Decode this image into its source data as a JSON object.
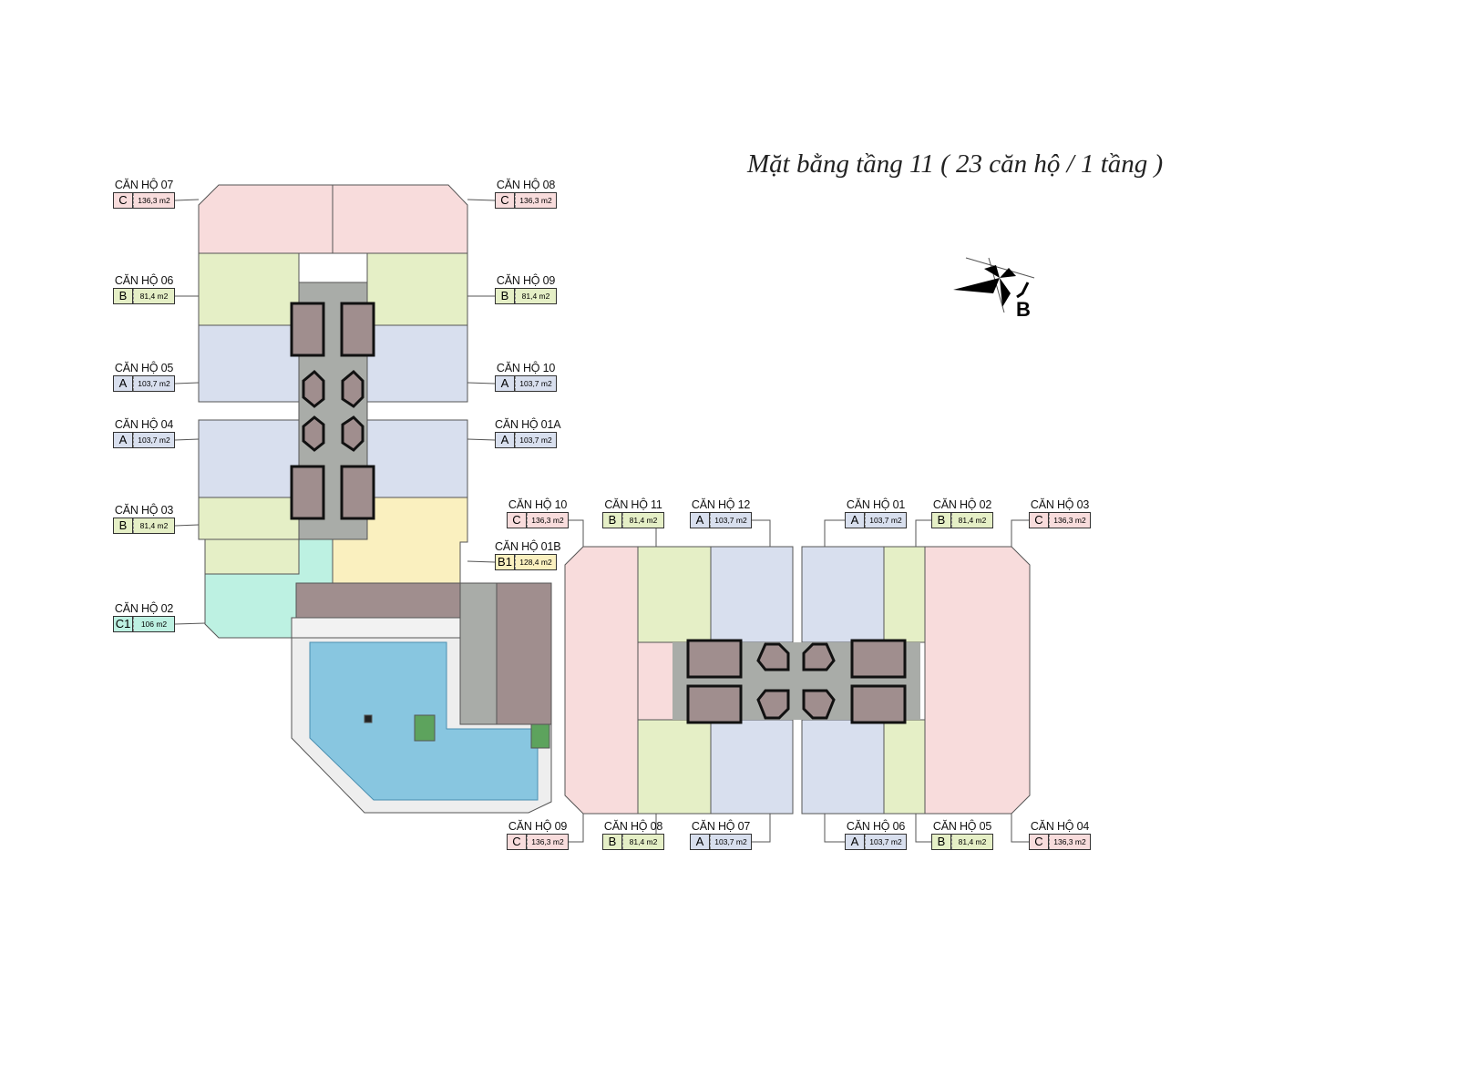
{
  "title": "Mặt bằng tầng 11 ( 23 căn hộ / 1 tầng )",
  "compass": {
    "icon": "north-arrow-icon",
    "letter": "B"
  },
  "unit_colors": {
    "A": "#d8dfee",
    "B": "#e5efc6",
    "C": "#f8dcdc",
    "B1": "#faf0bf",
    "C1": "#bdf1e2"
  },
  "units": [
    {
      "name": "CĂN HỘ 07",
      "type": "C",
      "area": "136,3 m2"
    },
    {
      "name": "CĂN HỘ 06",
      "type": "B",
      "area": "81,4 m2"
    },
    {
      "name": "CĂN HỘ 05",
      "type": "A",
      "area": "103,7 m2"
    },
    {
      "name": "CĂN HỘ 04",
      "type": "A",
      "area": "103,7 m2"
    },
    {
      "name": "CĂN HỘ 03",
      "type": "B",
      "area": "81,4 m2"
    },
    {
      "name": "CĂN HỘ 02",
      "type": "C1",
      "area": "106 m2"
    },
    {
      "name": "CĂN HỘ 08",
      "type": "C",
      "area": "136,3 m2"
    },
    {
      "name": "CĂN HỘ 09",
      "type": "B",
      "area": "81,4 m2"
    },
    {
      "name": "CĂN HỘ 10",
      "type": "A",
      "area": "103,7 m2"
    },
    {
      "name": "CĂN HỘ 01A",
      "type": "A",
      "area": "103,7 m2"
    },
    {
      "name": "CĂN HỘ 01B",
      "type": "B1",
      "area": "128,4 m2"
    },
    {
      "name": "CĂN HỘ 10",
      "type": "C",
      "area": "136,3 m2"
    },
    {
      "name": "CĂN HỘ 11",
      "type": "B",
      "area": "81,4 m2"
    },
    {
      "name": "CĂN HỘ 12",
      "type": "A",
      "area": "103,7 m2"
    },
    {
      "name": "CĂN HỘ 01",
      "type": "A",
      "area": "103,7 m2"
    },
    {
      "name": "CĂN HỘ 02",
      "type": "B",
      "area": "81,4 m2"
    },
    {
      "name": "CĂN HỘ 03",
      "type": "C",
      "area": "136,3 m2"
    },
    {
      "name": "CĂN HỘ 09",
      "type": "C",
      "area": "136,3 m2"
    },
    {
      "name": "CĂN HỘ 08",
      "type": "B",
      "area": "81,4 m2"
    },
    {
      "name": "CĂN HỘ 07",
      "type": "A",
      "area": "103,7 m2"
    },
    {
      "name": "CĂN HỘ 06",
      "type": "A",
      "area": "103,7 m2"
    },
    {
      "name": "CĂN HỘ 05",
      "type": "B",
      "area": "81,4 m2"
    },
    {
      "name": "CĂN HỘ 04",
      "type": "C",
      "area": "136,3 m2"
    }
  ]
}
